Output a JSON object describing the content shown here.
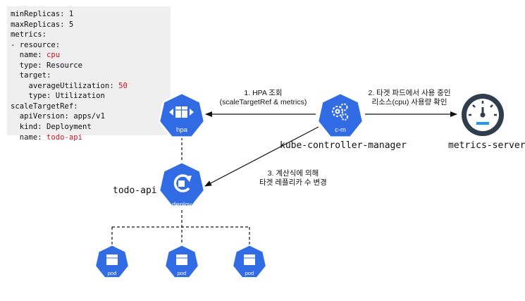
{
  "manifest": {
    "lines": [
      {
        "key": "minReplicas: ",
        "value": "1",
        "highlight": false,
        "indent": ""
      },
      {
        "key": "maxReplicas: ",
        "value": "5",
        "highlight": false,
        "indent": ""
      },
      {
        "key": "metrics:",
        "value": "",
        "highlight": false,
        "indent": ""
      },
      {
        "key": "- resource:",
        "value": "",
        "highlight": false,
        "indent": ""
      },
      {
        "key": "name: ",
        "value": "cpu",
        "highlight": true,
        "indent": "  "
      },
      {
        "key": "type: ",
        "value": "Resource",
        "highlight": false,
        "indent": "  "
      },
      {
        "key": "target:",
        "value": "",
        "highlight": false,
        "indent": "  "
      },
      {
        "key": "averageUtilization: ",
        "value": "50",
        "highlight": true,
        "indent": "    "
      },
      {
        "key": "type: ",
        "value": "Utilization",
        "highlight": false,
        "indent": "    "
      },
      {
        "key": "scaleTargetRef:",
        "value": "",
        "highlight": false,
        "indent": ""
      },
      {
        "key": "apiVersion: ",
        "value": "apps/v1",
        "highlight": false,
        "indent": "  "
      },
      {
        "key": "kind: ",
        "value": "Deployment",
        "highlight": false,
        "indent": "  "
      },
      {
        "key": "name: ",
        "value": "todo-api",
        "highlight": true,
        "indent": "  "
      }
    ]
  },
  "nodes": {
    "hpa": {
      "label": "hpa"
    },
    "cm": {
      "label": "c-m",
      "caption": "kube-controller-manager"
    },
    "deploy": {
      "label": "deploy",
      "caption": "todo-api"
    },
    "metrics_server": {
      "caption": "metrics-server"
    },
    "pods": [
      {
        "label": "pod"
      },
      {
        "label": "pod"
      },
      {
        "label": "pod"
      }
    ]
  },
  "edges": {
    "step1": {
      "line1": "1.   HPA 조회",
      "line2": "(scaleTargetRef & metrics)"
    },
    "step2": {
      "line1": "2. 타겟 파드에서 사용 중인",
      "line2": "리소스(cpu) 사용량 확인"
    },
    "step3": {
      "line1": "3. 계산식에 의해",
      "line2": "타겟 레플리카 수 변경"
    }
  },
  "colors": {
    "k8s_blue": "#326ce5",
    "highlight": "#d0101a",
    "gauge_dark": "#2f3d4c",
    "gauge_accent": "#2196f3"
  }
}
